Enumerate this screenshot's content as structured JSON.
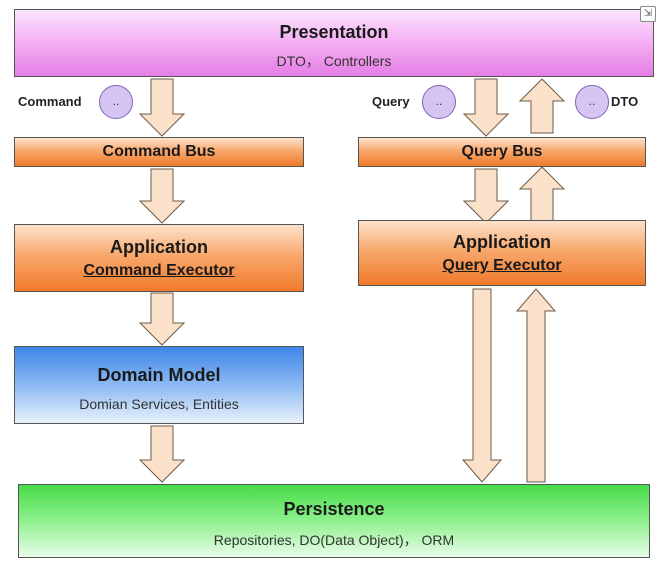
{
  "presentation": {
    "title": "Presentation",
    "subtitle": "DTO， Controllers"
  },
  "command_label": "Command",
  "query_label": "Query",
  "dto_label": "DTO",
  "bubble_text": "..",
  "command_bus": "Command Bus",
  "query_bus": "Query Bus",
  "app_command": {
    "title": "Application",
    "subtitle": "Command Executor"
  },
  "app_query": {
    "title": "Application",
    "subtitle": "Query Executor"
  },
  "domain": {
    "title": "Domain Model",
    "subtitle": "Domian Services, Entities"
  },
  "persistence": {
    "title": "Persistence",
    "subtitle": "Repositories, DO(Data Object)， ORM"
  },
  "colors": {
    "presentation": "#f4a6f4",
    "bus": "#f6924a",
    "domain": "#4a8de6",
    "persistence": "#5ee25e",
    "arrow": "#fbe1c9",
    "bubble": "#d6c4f2"
  },
  "corner_icon": "expand-icon"
}
